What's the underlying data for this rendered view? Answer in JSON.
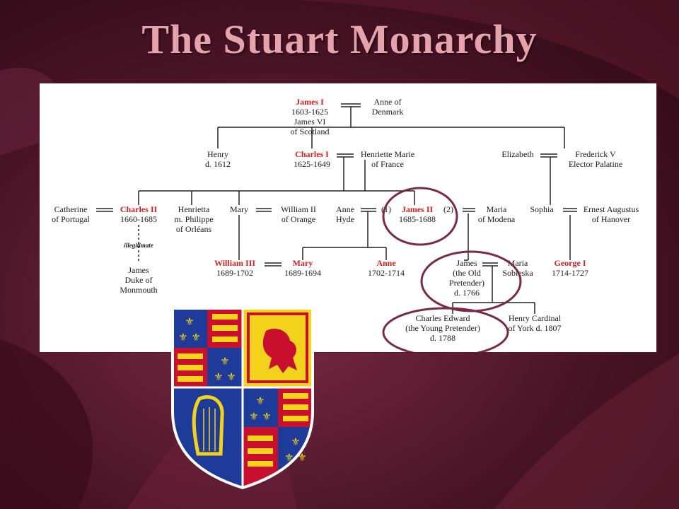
{
  "slide": {
    "title": "The Stuart Monarchy"
  },
  "tree": {
    "james1": {
      "name": "James I",
      "lines": [
        "1603-1625",
        "James VI",
        "of Scotland"
      ]
    },
    "anne_denmark": {
      "lines": [
        "Anne of",
        "Denmark"
      ]
    },
    "henry": {
      "lines": [
        "Henry",
        "d. 1612"
      ]
    },
    "charles1": {
      "name": "Charles I",
      "lines": [
        "1625-1649"
      ]
    },
    "henriette": {
      "lines": [
        "Henriette Marie",
        "of France"
      ]
    },
    "elizabeth": {
      "lines": [
        "Elizabeth"
      ]
    },
    "frederick": {
      "lines": [
        "Frederick V",
        "Elector Palatine"
      ]
    },
    "catherine": {
      "lines": [
        "Catherine",
        "of Portugal"
      ]
    },
    "charles2": {
      "name": "Charles II",
      "lines": [
        "1660-1685"
      ]
    },
    "henrietta": {
      "lines": [
        "Henrietta",
        "m. Philippe",
        "of Orléans"
      ]
    },
    "mary_sis": {
      "lines": [
        "Mary"
      ]
    },
    "william2": {
      "lines": [
        "William II",
        "of Orange"
      ]
    },
    "anne_hyde": {
      "lines": [
        "Anne",
        "Hyde"
      ]
    },
    "marker1": "(1)",
    "james2": {
      "name": "James II",
      "lines": [
        "1685-1688"
      ]
    },
    "marker2": "(2)",
    "maria_modena": {
      "lines": [
        "Maria",
        "of Modena"
      ]
    },
    "sophia": {
      "lines": [
        "Sophia"
      ]
    },
    "ernest": {
      "lines": [
        "Ernest Augustus",
        "of Hanover"
      ]
    },
    "illegitimate": "illegitimate",
    "monmouth": {
      "lines": [
        "James",
        "Duke of",
        "Monmouth"
      ]
    },
    "william3": {
      "name": "William III",
      "lines": [
        "1689-1702"
      ]
    },
    "mary2": {
      "name": "Mary",
      "lines": [
        "1689-1694"
      ]
    },
    "anne_q": {
      "name": "Anne",
      "lines": [
        "1702-1714"
      ]
    },
    "old_pretender": {
      "lines": [
        "James",
        "(the Old",
        "Pretender)",
        "d. 1766"
      ]
    },
    "sobieska": {
      "lines": [
        "Maria",
        "Sobieska"
      ]
    },
    "george1": {
      "name": "George I",
      "lines": [
        "1714-1727"
      ]
    },
    "young_pretender": {
      "lines": [
        "Charles Edward",
        "(the Young Pretender)",
        "d. 1788"
      ]
    },
    "henry_cardinal": {
      "lines": [
        "Henry Cardinal",
        "of York d. 1807"
      ]
    }
  },
  "colors": {
    "title": "#e6a2ad",
    "background": "#4a1426",
    "monarch_red": "#d41f1f",
    "circle": "#7a2a45",
    "arms_blue": "#1f3b9a",
    "arms_red": "#c8102e",
    "arms_gold": "#f2d21a"
  }
}
